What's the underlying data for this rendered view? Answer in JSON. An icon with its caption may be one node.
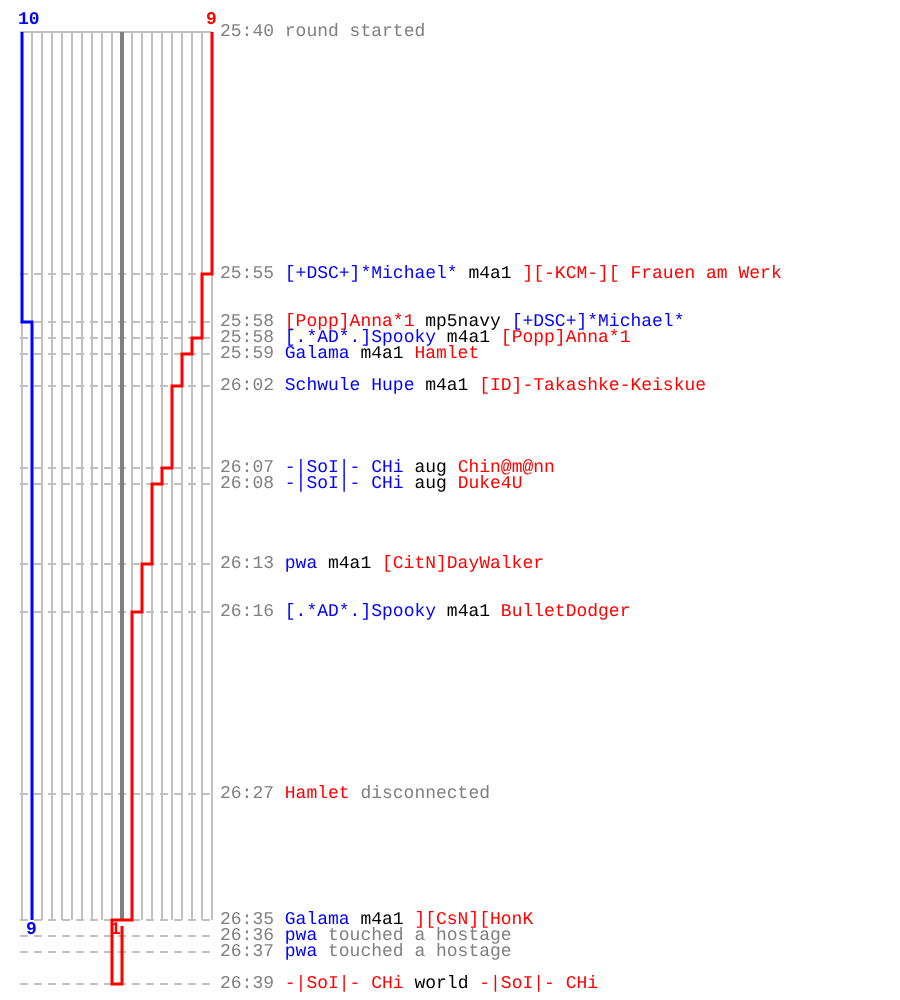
{
  "diagram": {
    "labels": [
      "10",
      "9",
      "25:40",
      "round started",
      "25:55",
      "[+DSC+]*Michael*",
      "m4a1",
      "][-KCM-][ Frauen am Werk",
      "25:58",
      "[Popp]Anna*1",
      "mp5navy",
      "[+DSC+]*Michael*",
      "25:58",
      "[.*AD*.]Spooky",
      "m4a1",
      "[Popp]Anna*1",
      "25:59",
      "Galama",
      "m4a1",
      "Hamlet",
      "26:02",
      "Schwule Hupe",
      "m4a1",
      "[ID]-Takashke-Keiskue",
      "26:07",
      "-|SoI|- CHi",
      "aug",
      "Chin@m@nn",
      "26:08",
      "-|SoI|- CHi",
      "aug",
      "Duke4U",
      "26:13",
      "pwa",
      "m4a1",
      "[CitN]DayWalker",
      "26:16",
      "[.*AD*.]Spooky",
      "m4a1",
      "BulletDodger",
      "26:27",
      "Hamlet",
      "disconnected",
      "26:35",
      "Galama",
      "m4a1",
      "][CsN][HonK",
      "26:36",
      "pwa",
      "touched a hostage",
      "26:37",
      "pwa",
      "touched a hostage",
      "26:39",
      "-|SoI|- CHi",
      "world",
      "-|SoI|- CHi",
      "9",
      "1"
    ]
  }
}
